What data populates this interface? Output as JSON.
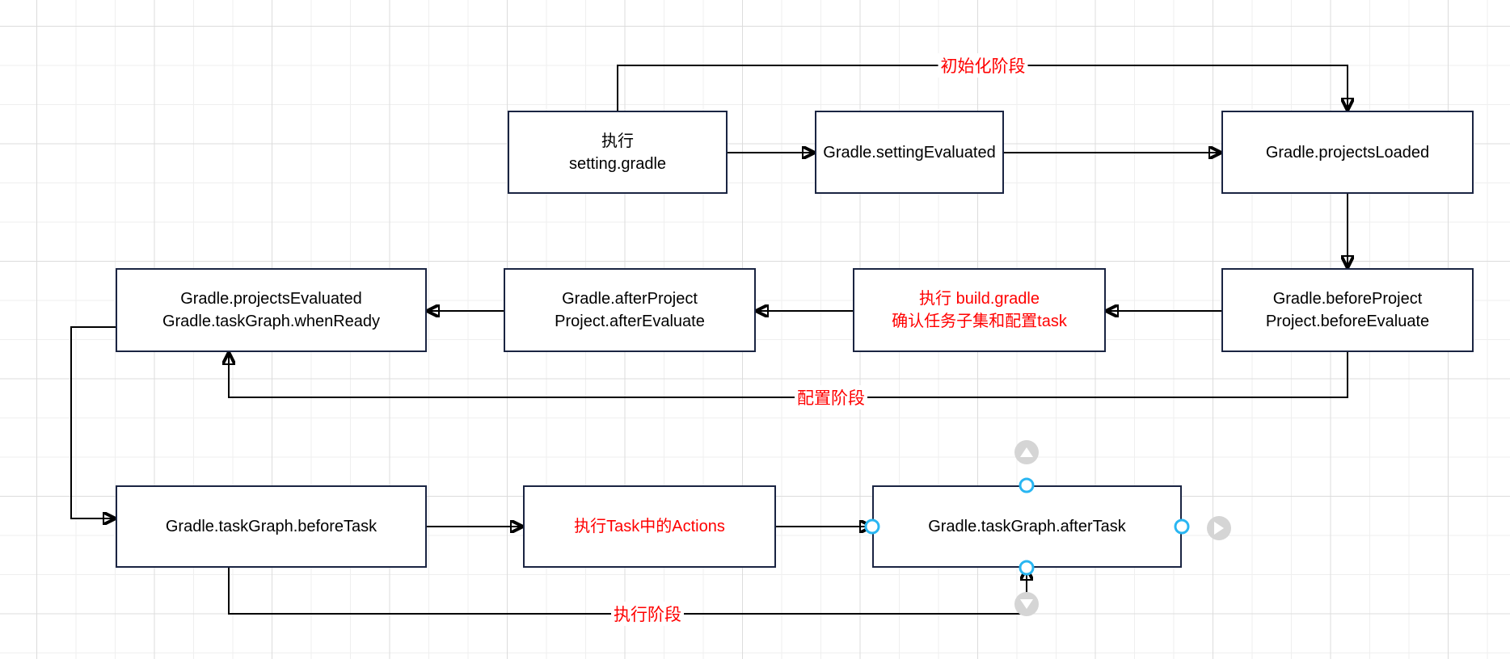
{
  "diagram": {
    "nodes": {
      "exec_setting_gradle": {
        "label": "执行\nsetting.gradle",
        "text_color": "#000000"
      },
      "setting_evaluated": {
        "label": "Gradle.settingEvaluated",
        "text_color": "#000000"
      },
      "projects_loaded": {
        "label": "Gradle.projectsLoaded",
        "text_color": "#000000"
      },
      "before_project": {
        "label": "Gradle.beforeProject\nProject.beforeEvaluate",
        "text_color": "#000000"
      },
      "exec_build_gradle": {
        "label": "执行 build.gradle\n确认任务子集和配置task",
        "text_color": "#ff0000"
      },
      "after_project": {
        "label": "Gradle.afterProject\nProject.afterEvaluate",
        "text_color": "#000000"
      },
      "projects_evaluated": {
        "label": "Gradle.projectsEvaluated\nGradle.taskGraph.whenReady",
        "text_color": "#000000"
      },
      "before_task": {
        "label": "Gradle.taskGraph.beforeTask",
        "text_color": "#000000"
      },
      "exec_task_actions": {
        "label": "执行Task中的Actions",
        "text_color": "#ff0000"
      },
      "after_task": {
        "label": "Gradle.taskGraph.afterTask",
        "text_color": "#000000",
        "selected": true
      }
    },
    "edge_labels": {
      "init_phase": "初始化阶段",
      "config_phase": "配置阶段",
      "exec_phase": "执行阶段"
    },
    "colors": {
      "node_border": "#1a2442",
      "node_fill": "#ffffff",
      "edge_stroke": "#000000",
      "phase_label_red": "#ff0000",
      "selection_handle_blue": "#29b6f2",
      "direction_arrow_gray": "#d5d5d5",
      "grid_line": "#efefef"
    }
  }
}
